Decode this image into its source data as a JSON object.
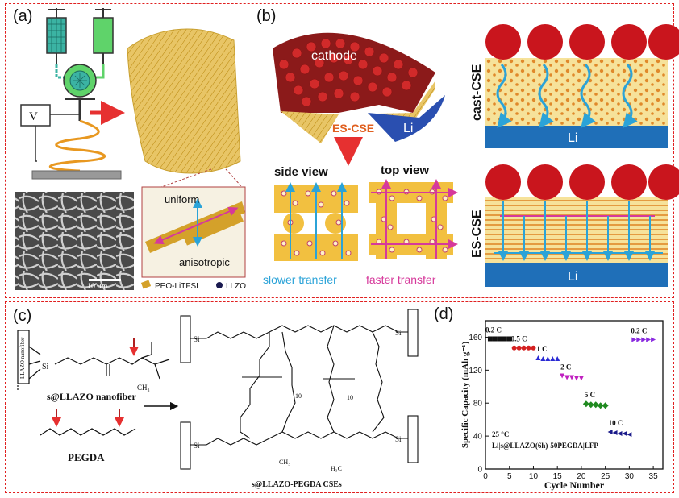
{
  "panel_a": {
    "label": "(a)",
    "voltage_label": "V",
    "scale_bar": "10 μm",
    "arrow_uniform": "uniform",
    "arrow_anisotropic": "anisotropic",
    "legend_peo": "PEO-LiTFSI",
    "legend_llzo": "LLZO"
  },
  "panel_b": {
    "label": "(b)",
    "cathode": "cathode",
    "es_cse": "ES-CSE",
    "li": "Li",
    "side_view": "side view",
    "top_view": "top view",
    "slower": "slower transfer",
    "faster": "faster transfer",
    "cast_cse_vertical": "cast-CSE",
    "es_cse_vertical": "ES-CSE",
    "li_bottom_1": "Li",
    "li_bottom_2": "Li"
  },
  "panel_c": {
    "label": "(c)",
    "nanofiber_side": "LLAZO nanofiber",
    "s_llazo": "s@LLAZO nanofiber",
    "pegda": "PEGDA",
    "product": "s@LLAZO-PEGDA CSEs",
    "si": "Si",
    "ch3": "CH₃",
    "h3c": "H₃C",
    "n10": "10"
  },
  "panel_d": {
    "label": "(d)",
    "temp_label": "25 °C",
    "cell_label": "Li|s@LLAZO(6h)-50PEGDA|LFP"
  },
  "colors": {
    "frame": "#e02020",
    "fiber": "#d4a12a",
    "sphere": "#c9151d",
    "li_blue": "#1f6fb8",
    "arrow_blue": "#2ba3d8",
    "arrow_pink": "#d6399b",
    "slower_text": "#2ba3d8",
    "faster_text": "#d6399b"
  },
  "chart_data": {
    "type": "scatter",
    "xlabel": "Cycle Number",
    "ylabel": "Specific Capacity (mAh g⁻¹)",
    "xlim": [
      0,
      37
    ],
    "ylim": [
      0,
      180
    ],
    "xticks": [
      0,
      5,
      10,
      15,
      20,
      25,
      30,
      35
    ],
    "yticks": [
      0,
      40,
      80,
      120,
      160
    ],
    "series": [
      {
        "name": "0.2 C",
        "color": "#111111",
        "marker": "square",
        "x": [
          1,
          2,
          3,
          4,
          5
        ],
        "y": [
          158,
          158,
          158,
          158,
          158
        ]
      },
      {
        "name": "0.5 C",
        "color": "#d42020",
        "marker": "circle",
        "x": [
          6,
          7,
          8,
          9,
          10
        ],
        "y": [
          147,
          147,
          147,
          147,
          147
        ]
      },
      {
        "name": "1 C",
        "color": "#2a2ad4",
        "marker": "triangle-up",
        "x": [
          11,
          12,
          13,
          14,
          15
        ],
        "y": [
          135,
          134,
          134,
          134,
          134
        ]
      },
      {
        "name": "2 C",
        "color": "#c020c0",
        "marker": "triangle-down",
        "x": [
          16,
          17,
          18,
          19,
          20
        ],
        "y": [
          113,
          111,
          111,
          110,
          110
        ]
      },
      {
        "name": "5 C",
        "color": "#208a20",
        "marker": "diamond",
        "x": [
          21,
          22,
          23,
          24,
          25
        ],
        "y": [
          79,
          78,
          78,
          77,
          77
        ]
      },
      {
        "name": "10 C",
        "color": "#1a1a8a",
        "marker": "triangle-left",
        "x": [
          26,
          27,
          28,
          29,
          30
        ],
        "y": [
          45,
          44,
          43,
          43,
          42
        ]
      },
      {
        "name": "0.2 C",
        "color": "#8a2ae0",
        "marker": "triangle-right",
        "x": [
          31,
          32,
          33,
          34,
          35
        ],
        "y": [
          157,
          157,
          157,
          157,
          157
        ]
      }
    ]
  }
}
